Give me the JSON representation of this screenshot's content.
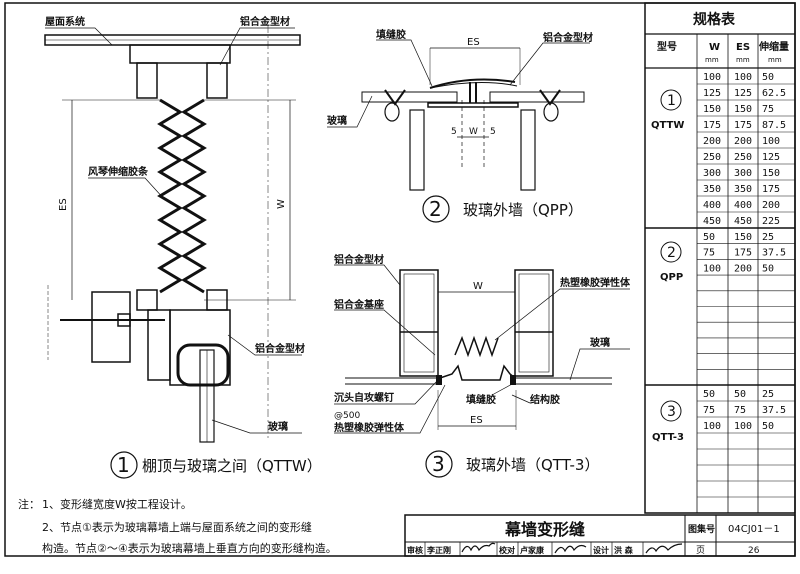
{
  "drawing": {
    "node1": {
      "number": "1",
      "caption": "棚顶与玻璃之间（QTTW）",
      "labels": {
        "roof_system": "屋面系统",
        "aluminum_profile_top": "铝合金型材",
        "bellows": "风琴伸缩胶条",
        "es": "ES",
        "w": "W",
        "aluminum_profile_bottom": "铝合金型材",
        "glass": "玻璃"
      }
    },
    "node2": {
      "number": "2",
      "caption": "玻璃外墙（QPP）",
      "labels": {
        "sealant": "填缝胶",
        "aluminum_profile": "铝合金型材",
        "es": "ES",
        "glass": "玻璃",
        "gap_left": "5",
        "w": "W",
        "gap_right": "5"
      }
    },
    "node3": {
      "number": "3",
      "caption": "玻璃外墙（QTT-3）",
      "labels": {
        "aluminum_profile": "铝合金型材",
        "aluminum_base": "铝合金基座",
        "w": "W",
        "thermoplastic_rubber_top": "热塑橡胶弹性体",
        "glass": "玻璃",
        "countersunk_screw": "沉头自攻螺钉",
        "screw_spacing": "@500",
        "thermoplastic_rubber_bottom": "热塑橡胶弹性体",
        "sealant": "填缝胶",
        "structural_adhesive": "结构胶",
        "es": "ES"
      }
    }
  },
  "spec_table": {
    "title": "规格表",
    "headers": {
      "type": "型号",
      "w": "W",
      "w_unit": "mm",
      "es": "ES",
      "es_unit": "mm",
      "expansion": "伸缩量",
      "expansion_unit": "mm"
    },
    "groups": [
      {
        "number": "1",
        "code": "QTTW",
        "rows": [
          [
            "100",
            "100",
            "50"
          ],
          [
            "125",
            "125",
            "62.5"
          ],
          [
            "150",
            "150",
            "75"
          ],
          [
            "175",
            "175",
            "87.5"
          ],
          [
            "200",
            "200",
            "100"
          ],
          [
            "250",
            "250",
            "125"
          ],
          [
            "300",
            "300",
            "150"
          ],
          [
            "350",
            "350",
            "175"
          ],
          [
            "400",
            "400",
            "200"
          ],
          [
            "450",
            "450",
            "225"
          ]
        ]
      },
      {
        "number": "2",
        "code": "QPP",
        "rows": [
          [
            "50",
            "150",
            "25"
          ],
          [
            "75",
            "175",
            "37.5"
          ],
          [
            "100",
            "200",
            "50"
          ]
        ]
      },
      {
        "number": "3",
        "code": "QTT-3",
        "rows": [
          [
            "50",
            "50",
            "25"
          ],
          [
            "75",
            "75",
            "37.5"
          ],
          [
            "100",
            "100",
            "50"
          ]
        ]
      }
    ]
  },
  "notes": {
    "prefix": "注：",
    "items": [
      "1、变形缝宽度W按工程设计。",
      "2、节点①表示为玻璃幕墙上端与屋面系统之间的变形缝",
      "构造。节点②～④表示为玻璃幕墙上垂直方向的变形缝构造。"
    ]
  },
  "title_block": {
    "title": "幕墙变形缝",
    "atlas_label": "图集号",
    "atlas_number": "04CJ01－1",
    "review_label": "审核",
    "reviewer": "李正刚",
    "check_label": "校对",
    "checker": "卢家康",
    "design_label": "设计",
    "designer": "洪  森",
    "page_label": "页",
    "page_number": "26"
  }
}
